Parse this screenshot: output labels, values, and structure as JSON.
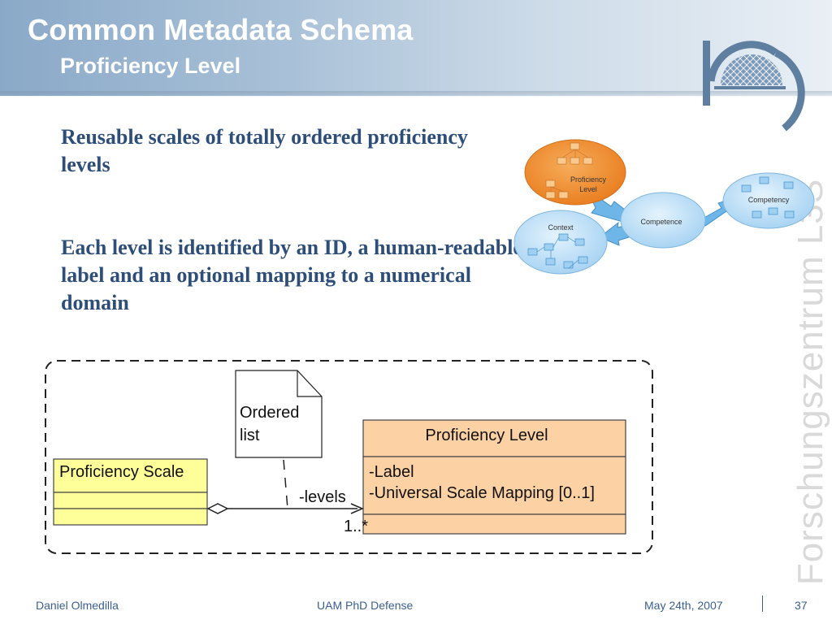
{
  "header": {
    "title": "Common Metadata Schema",
    "subtitle": "Proficiency Level"
  },
  "brand_vertical": "Forschungszentrum L3S",
  "body": {
    "paragraph1": "Reusable scales of totally ordered proficiency levels",
    "paragraph2": "Each level is identified by an ID, a human-readable label and an optional mapping to a numerical domain"
  },
  "cloud_diagram": {
    "proficiency_level_1": "Proficiency",
    "proficiency_level_2": "Level",
    "competency": "Competency",
    "competence": "Competence",
    "context": "Context"
  },
  "uml": {
    "note_line1": "Ordered",
    "note_line2": "list",
    "scale_class": "Proficiency Scale",
    "level_class": "Proficiency Level",
    "attr_label": "-Label",
    "attr_mapping": "-Universal Scale Mapping [0..1]",
    "role": "-levels",
    "multiplicity": "1..*"
  },
  "footer": {
    "author": "Daniel Olmedilla",
    "event": "UAM PhD Defense",
    "date": "May 24th, 2007",
    "page": "37"
  },
  "colors": {
    "title_text": "#ffffff",
    "body_text": "#2e4e7a",
    "scale_fill": "#ffff99",
    "level_fill": "#fcd1a4",
    "orange_cloud": "#f39a3a",
    "blue_cloud": "#bfe0f7"
  }
}
